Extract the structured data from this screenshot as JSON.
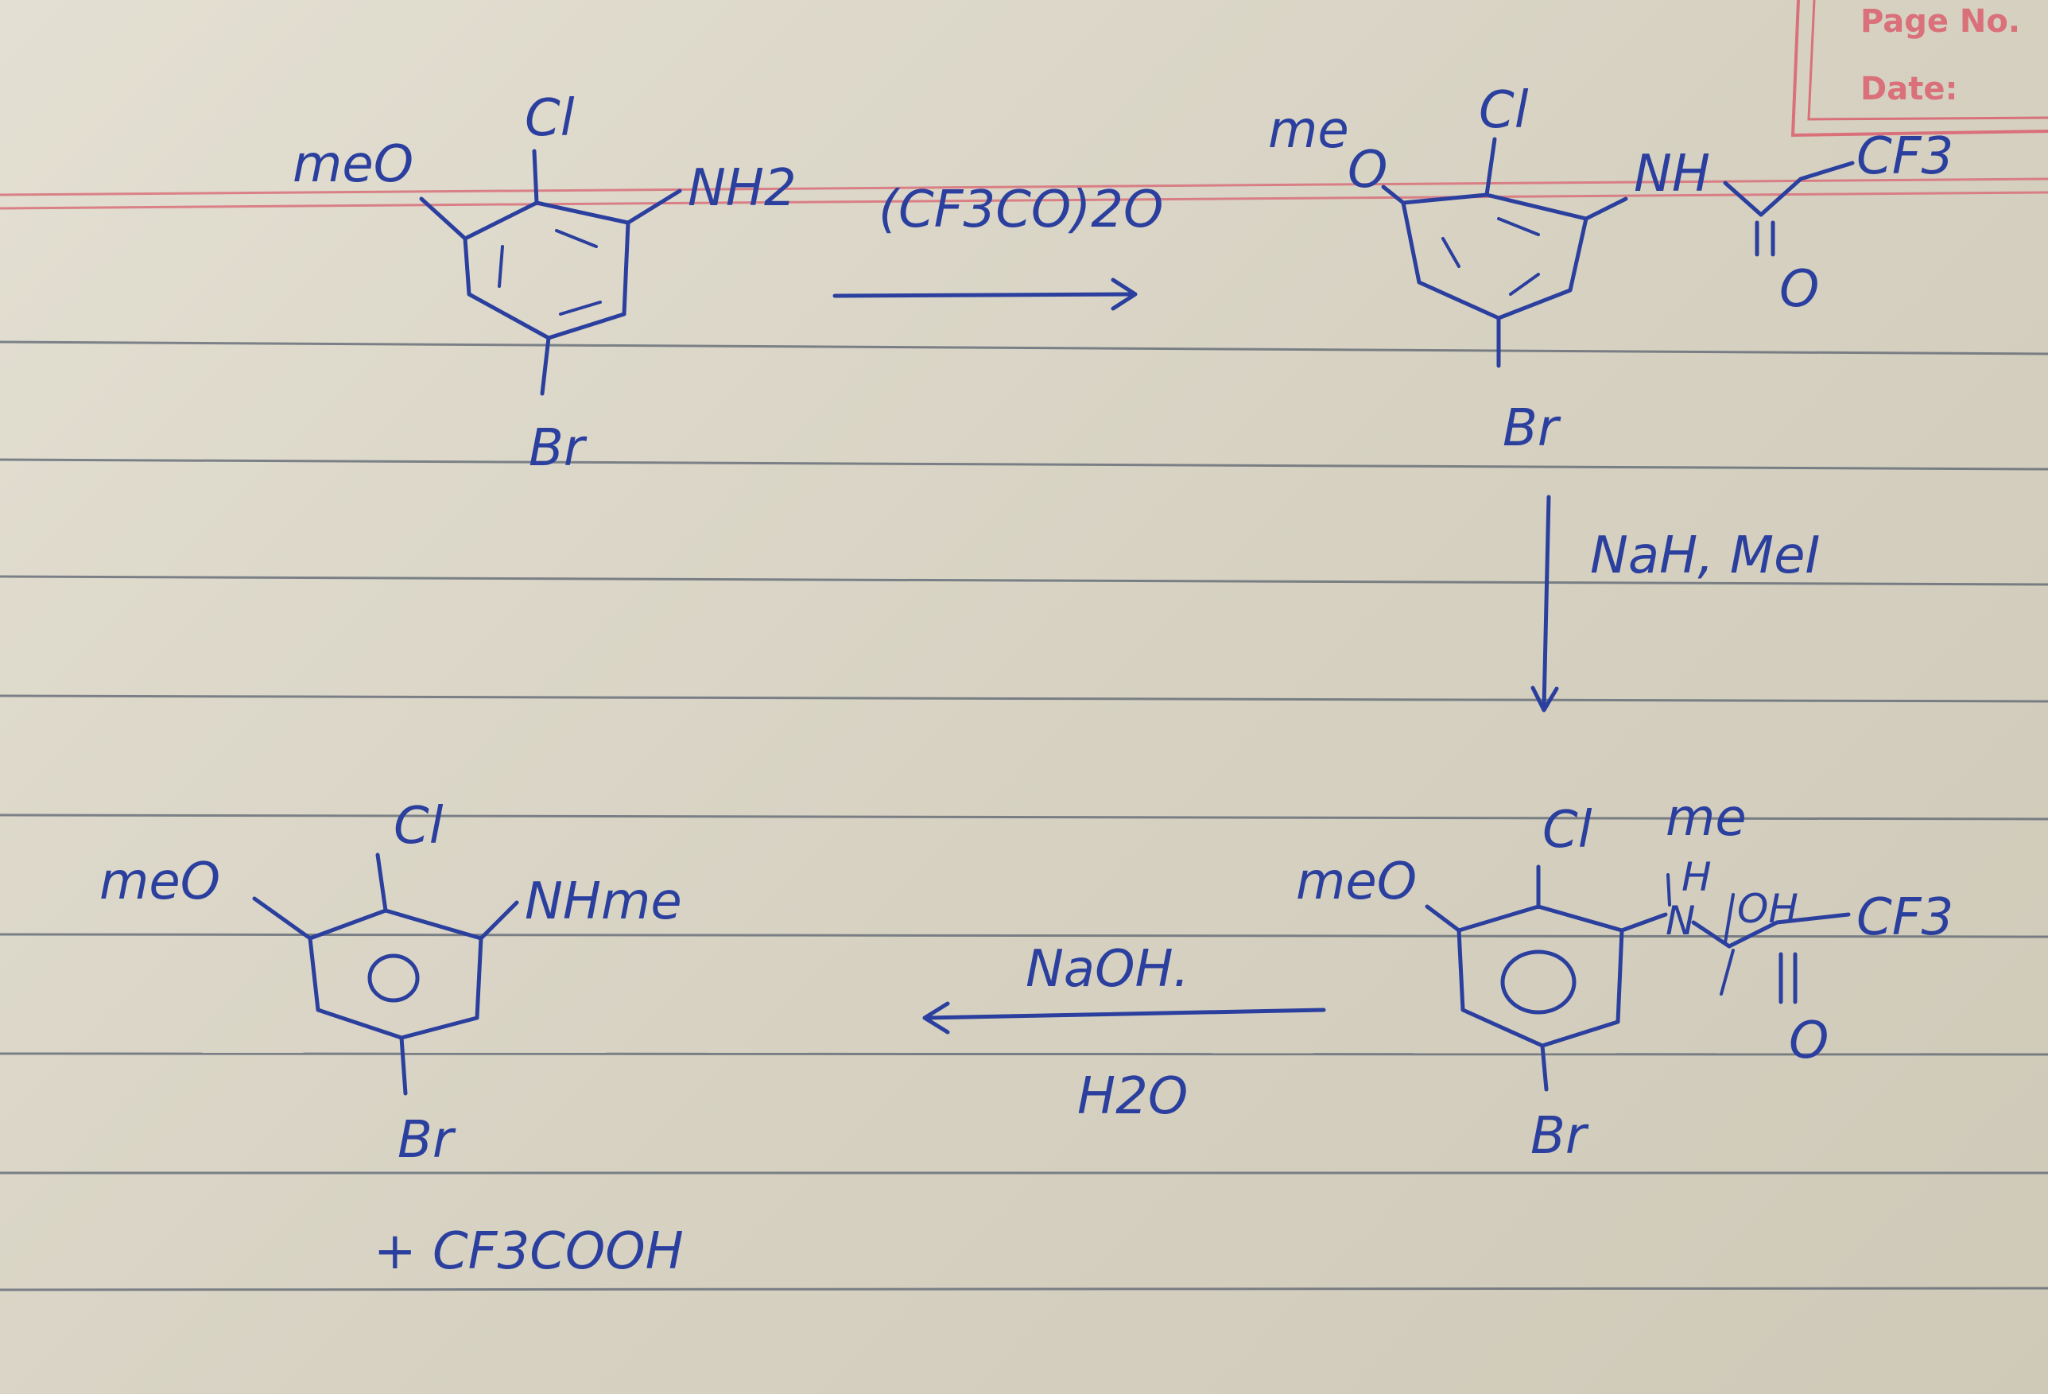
{
  "header": {
    "page_label": "Page No.",
    "date_label": "Date:"
  },
  "molecules": {
    "m1": {
      "ome": "meO",
      "cl": "Cl",
      "nh2": "NH2",
      "br": "Br"
    },
    "m2": {
      "me": "me",
      "o": "O",
      "cl": "Cl",
      "nh": "NH",
      "cf3": "CF3",
      "carbonyl_o": "O",
      "br": "Br"
    },
    "m3": {
      "ome": "meO",
      "cl": "Cl",
      "me": "me",
      "h": "H",
      "n": "N",
      "oh": "OH",
      "cf3": "CF3",
      "carbonyl_o": "O",
      "br": "Br"
    },
    "m4": {
      "ome": "meO",
      "cl": "Cl",
      "nhme": "NHme",
      "br": "Br",
      "byproduct": "+ CF3COOH"
    }
  },
  "reagents": {
    "step1": "(CF3CO)2O",
    "step2": "NaH, MeI",
    "step3_top": "NaOH.",
    "step3_bottom": "H2O"
  }
}
